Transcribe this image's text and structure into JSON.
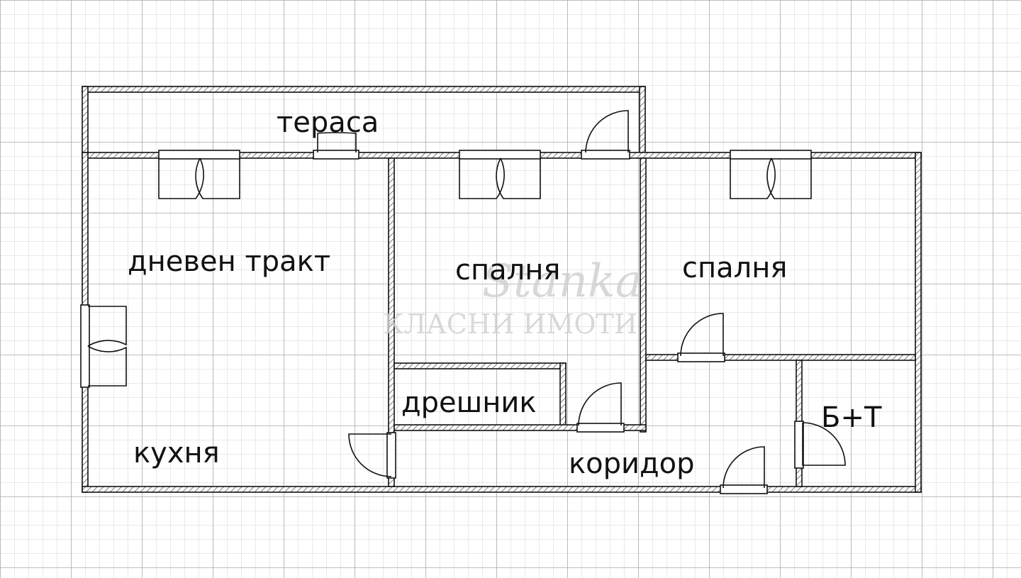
{
  "rooms": {
    "terrace": "тераса",
    "living": "дневен тракт",
    "bedroom1": "спалня",
    "bedroom2": "спалня",
    "closet": "дрешник",
    "kitchen": "кухня",
    "corridor": "коридор",
    "bathroom": "Б+Т"
  },
  "watermark": {
    "script": "Stanka",
    "caption": "КЛАСНИ ИМОТИ"
  },
  "colors": {
    "wall": "#111111",
    "wall_hatch": "#7a7a7a",
    "grid_minor": "#d4d4d4",
    "grid_major": "#a8a8a8",
    "label": "#111111"
  }
}
